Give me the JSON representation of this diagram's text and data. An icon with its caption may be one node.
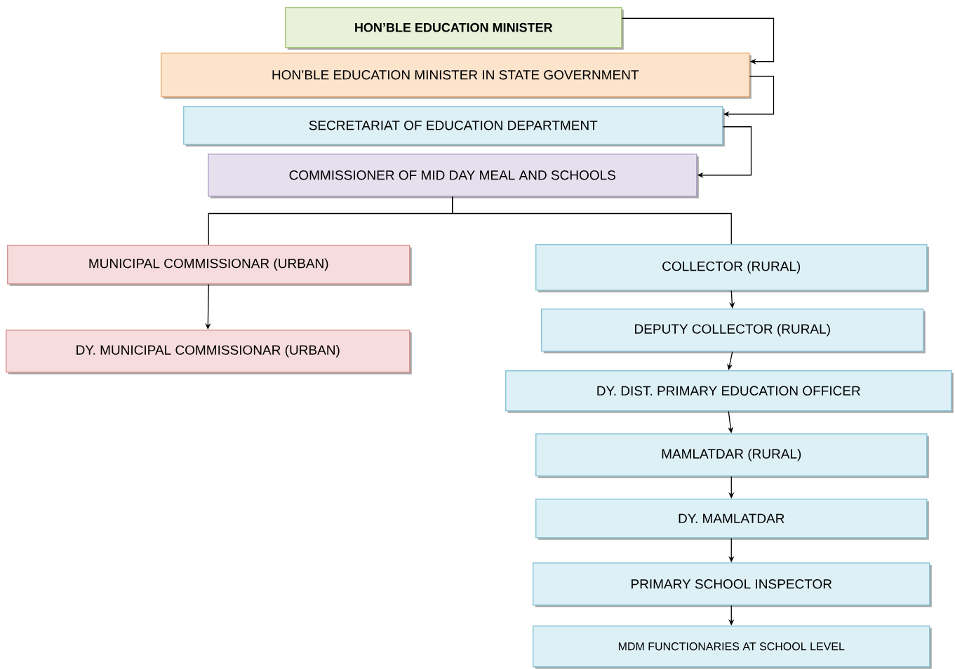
{
  "diagram": {
    "nodes": [
      {
        "text": [
          "HON’BLE EDUCATION MINISTER"
        ]
      },
      {
        "text": [
          "HON’BLE EDUCATION MINISTER IN STATE GOVERNMENT"
        ]
      },
      {
        "text": [
          "SECRETARIAT OF EDUCATION DEPARTMENT"
        ]
      },
      {
        "text": [
          "COMMISSIONER OF MID DAY MEAL AND SCHOOLS"
        ]
      },
      {
        "text": [
          "MUNICIPAL COMMISSIONAR (URBAN)"
        ]
      },
      {
        "text": [
          "DY. MUNICIPAL COMMISSIONAR (URBAN)"
        ]
      },
      {
        "text": [
          "COLLECTOR (RURAL)"
        ]
      },
      {
        "text": [
          "DEPUTY COLLECTOR (RURAL)"
        ]
      },
      {
        "text": [
          "DY. DIST. PRIMARY EDUCATION OFFICER"
        ]
      },
      {
        "text": [
          "MAMLATDAR (RURAL)"
        ]
      },
      {
        "text": [
          "DY. MAMLATDAR"
        ]
      },
      {
        "text": [
          "PRIMARY SCHOOL INSPECTOR"
        ]
      },
      {
        "text": [
          "MDM FUNCTIONARIES AT SCHOOL LEVEL"
        ]
      }
    ],
    "edges": [
      {
        "from": 0,
        "to": 1,
        "arrow": "to"
      },
      {
        "from": 1,
        "to": 2,
        "arrow": "to"
      },
      {
        "from": 2,
        "to": 3,
        "arrow": "to"
      },
      {
        "from": 3,
        "to": 4,
        "arrow": "none"
      },
      {
        "from": 3,
        "to": 6,
        "arrow": "none"
      },
      {
        "from": 4,
        "to": 5,
        "arrow": "to"
      },
      {
        "from": 6,
        "to": 7,
        "arrow": "to"
      },
      {
        "from": 7,
        "to": 8,
        "arrow": "to"
      },
      {
        "from": 8,
        "to": 9,
        "arrow": "to"
      },
      {
        "from": 9,
        "to": 10,
        "arrow": "to"
      },
      {
        "from": 10,
        "to": 11,
        "arrow": "to"
      },
      {
        "from": 11,
        "to": 12,
        "arrow": "to"
      }
    ]
  }
}
